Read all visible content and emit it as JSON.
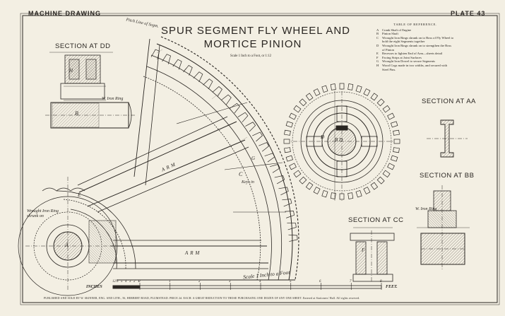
{
  "header": {
    "left": "MACHINE DRAWING",
    "right": "PLATE 43"
  },
  "title": {
    "line1": "SPUR SEGMENT FLY WHEEL AND",
    "line2": "MORTICE PINION",
    "scale": "Scale 1 Inch to a Foot, or 1:12"
  },
  "sections": {
    "dd": "SECTION AT DD",
    "aa": "SECTION AT AA",
    "bb": "SECTION AT BB",
    "cc": "SECTION AT CC"
  },
  "reference": {
    "heading": "TABLE OF REFERENCE.",
    "items": [
      {
        "key": "A",
        "text": "Crank Shaft of Engine"
      },
      {
        "key": "B",
        "text": "Pinion Shaft"
      },
      {
        "key": "C",
        "text": "Wrought Iron Rings shrunk on to Boss of Fly Wheel to hold the eight Segments together"
      },
      {
        "key": "D",
        "text": "Wrought Iron Rings shrunk on to strengthen the Boss of Pinion"
      },
      {
        "key": "E",
        "text": "Recesses to lighten End of Arm—sheets detail"
      },
      {
        "key": "F",
        "text": "Facing Strips at Joint Surfaces"
      },
      {
        "key": "G",
        "text": "Wrought Iron Dowel to secure Segments"
      },
      {
        "key": "H",
        "text": "Wood Cogs made in two widths, and secured with Steel Pins."
      }
    ]
  },
  "labels": {
    "pitch_line": "Pitch Line of Segm.",
    "arm_upper": "ARM",
    "arm_lower": "ARM",
    "wrought_iron_ring": "W. Iron Ring",
    "wrought_iron_shrunk": "Wrought Iron Ring shrunk on",
    "keys": "Keys in",
    "w_iron_ring_bb": "W. Iron Ring",
    "letter_a": "A",
    "letter_b": "B",
    "letter_c": "C",
    "letter_d": "D",
    "letter_e": "E",
    "letter_f": "F",
    "letter_g": "G",
    "letter_h": "H",
    "bd": "B D"
  },
  "scale_bar": {
    "caption": "Scale 1 Inch to a Foot",
    "inches": "INCHES",
    "feet": "FEET.",
    "ticks": [
      "12",
      "6",
      "5",
      "4",
      "3",
      "2",
      "1",
      "0",
      "1",
      "2",
      "3",
      "4",
      "5",
      "6",
      "7",
      "8"
    ]
  },
  "footer": {
    "text": "PUBLISHED AND SOLD BY W. SKINNER, ENG. AND LITH., 56, HERBERT ROAD, PLUMSTEAD. PRICE 2d. EACH. A GREAT REDUCTION TO THOSE PURCHASING ONE DOZEN OF ANY ONE SHEET. Entered at Stationers' Hall. All rights reserved."
  },
  "colors": {
    "paper": "#f3efe3",
    "ink": "#2a2622",
    "hatch": "#6a625a"
  }
}
